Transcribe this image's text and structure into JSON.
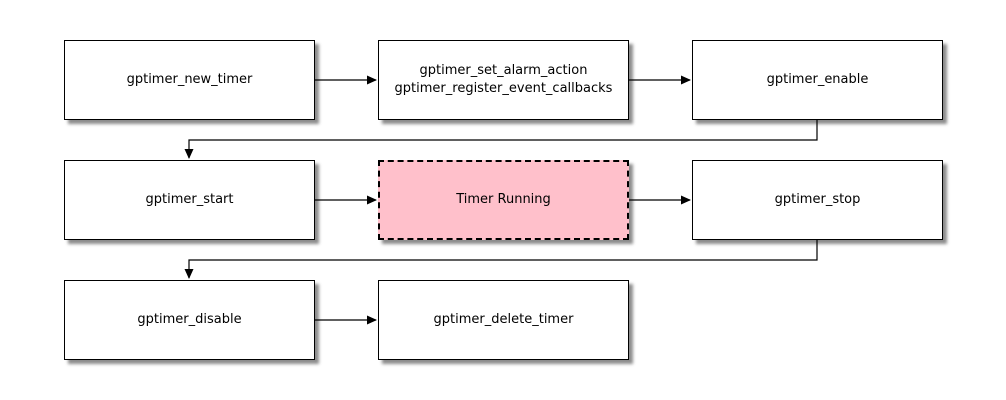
{
  "diagram": {
    "type": "flowchart",
    "background": "#ffffff",
    "colors": {
      "node_fill": "#ffffff",
      "node_border": "#000000",
      "highlight_fill": "#ffc0cb",
      "highlight_border_style": "dashed",
      "edge": "#000000",
      "text": "#000000"
    },
    "nodes": [
      {
        "label": "gptimer_new_timer",
        "style": "solid"
      },
      {
        "label": "gptimer_set_alarm_action\ngptimer_register_event_callbacks",
        "style": "solid"
      },
      {
        "label": "gptimer_enable",
        "style": "solid"
      },
      {
        "label": "gptimer_start",
        "style": "solid"
      },
      {
        "label": "Timer Running",
        "style": "dashed-highlight"
      },
      {
        "label": "gptimer_stop",
        "style": "solid"
      },
      {
        "label": "gptimer_disable",
        "style": "solid"
      },
      {
        "label": "gptimer_delete_timer",
        "style": "solid"
      }
    ],
    "edges": [
      {
        "from": "gptimer_new_timer",
        "to": "gptimer_set_alarm_action / gptimer_register_event_callbacks"
      },
      {
        "from": "gptimer_set_alarm_action / gptimer_register_event_callbacks",
        "to": "gptimer_enable"
      },
      {
        "from": "gptimer_enable",
        "to": "gptimer_start"
      },
      {
        "from": "gptimer_start",
        "to": "Timer Running"
      },
      {
        "from": "Timer Running",
        "to": "gptimer_stop"
      },
      {
        "from": "gptimer_stop",
        "to": "gptimer_disable"
      },
      {
        "from": "gptimer_disable",
        "to": "gptimer_delete_timer"
      }
    ]
  }
}
